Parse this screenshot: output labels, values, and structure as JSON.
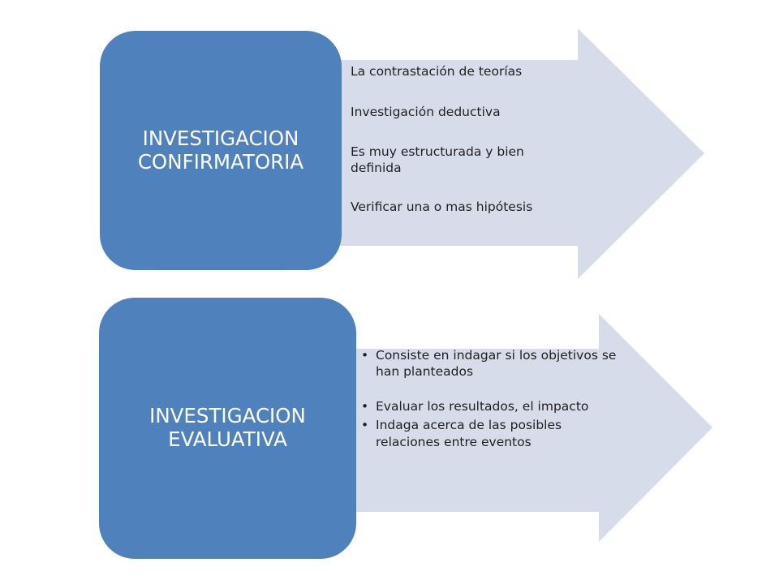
{
  "diagram": {
    "colors": {
      "box": "#4f81bd",
      "arrow": "#d6dcea",
      "box_text": "#ffffff",
      "arrow_text": "#1f1f1f"
    },
    "blocks": [
      {
        "title_lines": [
          "INVESTIGACION",
          "CONFIRMATORIA"
        ],
        "list_style": "plain",
        "items": [
          "La  contrastación  de  teorías",
          "Investigación deductiva",
          "Es  muy  estructurada  y  bien definida",
          "Verificar  una o  mas  hipótesis"
        ]
      },
      {
        "title_lines": [
          "INVESTIGACION",
          "EVALUATIVA"
        ],
        "list_style": "bullets",
        "items": [
          "Consiste  en  indagar  si los objetivos se han planteados",
          "Evaluar  los  resultados, el  impacto",
          "Indaga acerca de las  posibles relaciones  entre  eventos"
        ]
      }
    ]
  }
}
